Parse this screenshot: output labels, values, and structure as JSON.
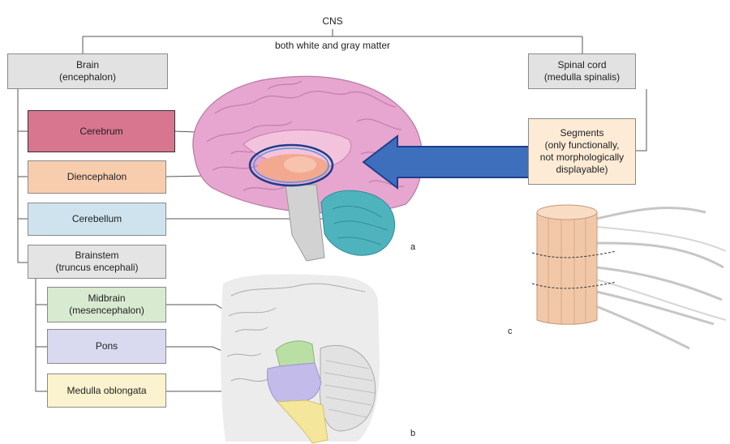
{
  "cns": {
    "title": "CNS",
    "subtitle": "both white and gray matter"
  },
  "brain": {
    "label": "Brain\n(encephalon)"
  },
  "spinal_cord": {
    "label": "Spinal cord\n(medulla spinalis)"
  },
  "segments": {
    "label": "Segments\n(only functionally,\nnot morphologically\ndisplayable)"
  },
  "parts": {
    "cerebrum": "Cerebrum",
    "diencephalon": "Diencephalon",
    "cerebellum": "Cerebellum",
    "brainstem": "Brainstem\n(truncus encephali)",
    "midbrain": "Midbrain\n(mesencephalon)",
    "pons": "Pons",
    "medulla": "Medulla oblongata"
  },
  "figure_labels": {
    "a": "a",
    "b": "b",
    "c": "c"
  },
  "colors": {
    "cerebrum": "#d9768f",
    "diencephalon": "#f8cdae",
    "cerebellum": "#cfe3ee",
    "brainstem": "#e4e4e4",
    "midbrain": "#d8ead0",
    "pons": "#d9d9ef",
    "medulla": "#fbf3cf",
    "segments": "#fdebd6",
    "arrow": "#3d6fbd"
  }
}
